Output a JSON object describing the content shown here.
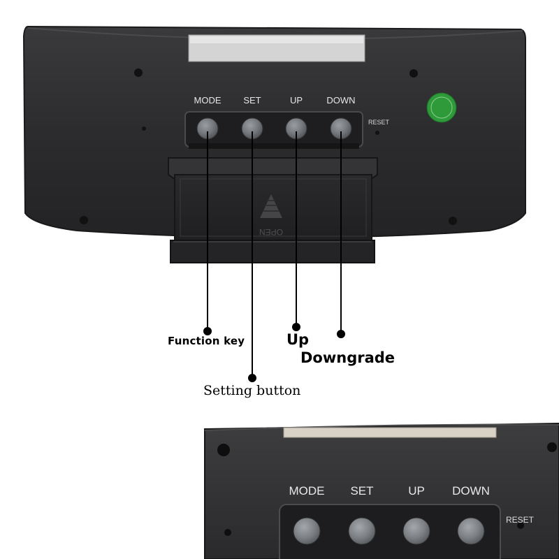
{
  "device_top": {
    "buttons": [
      {
        "label": "MODE"
      },
      {
        "label": "SET"
      },
      {
        "label": "UP"
      },
      {
        "label": "DOWN"
      }
    ],
    "reset_label": "RESET",
    "stand_text": "OPEN"
  },
  "callouts": {
    "mode": "Function key",
    "set": "Setting button",
    "up": "Up",
    "down": "Downgrade"
  },
  "device_bottom": {
    "buttons": [
      {
        "label": "MODE"
      },
      {
        "label": "SET"
      },
      {
        "label": "UP"
      },
      {
        "label": "DOWN"
      }
    ],
    "reset_label": "RESET"
  },
  "colors": {
    "body": "#2b2b2d",
    "button": "#6f7376",
    "sticker": "#2f9a3a",
    "screen": "#cfcfcf",
    "background": "#ffffff"
  }
}
